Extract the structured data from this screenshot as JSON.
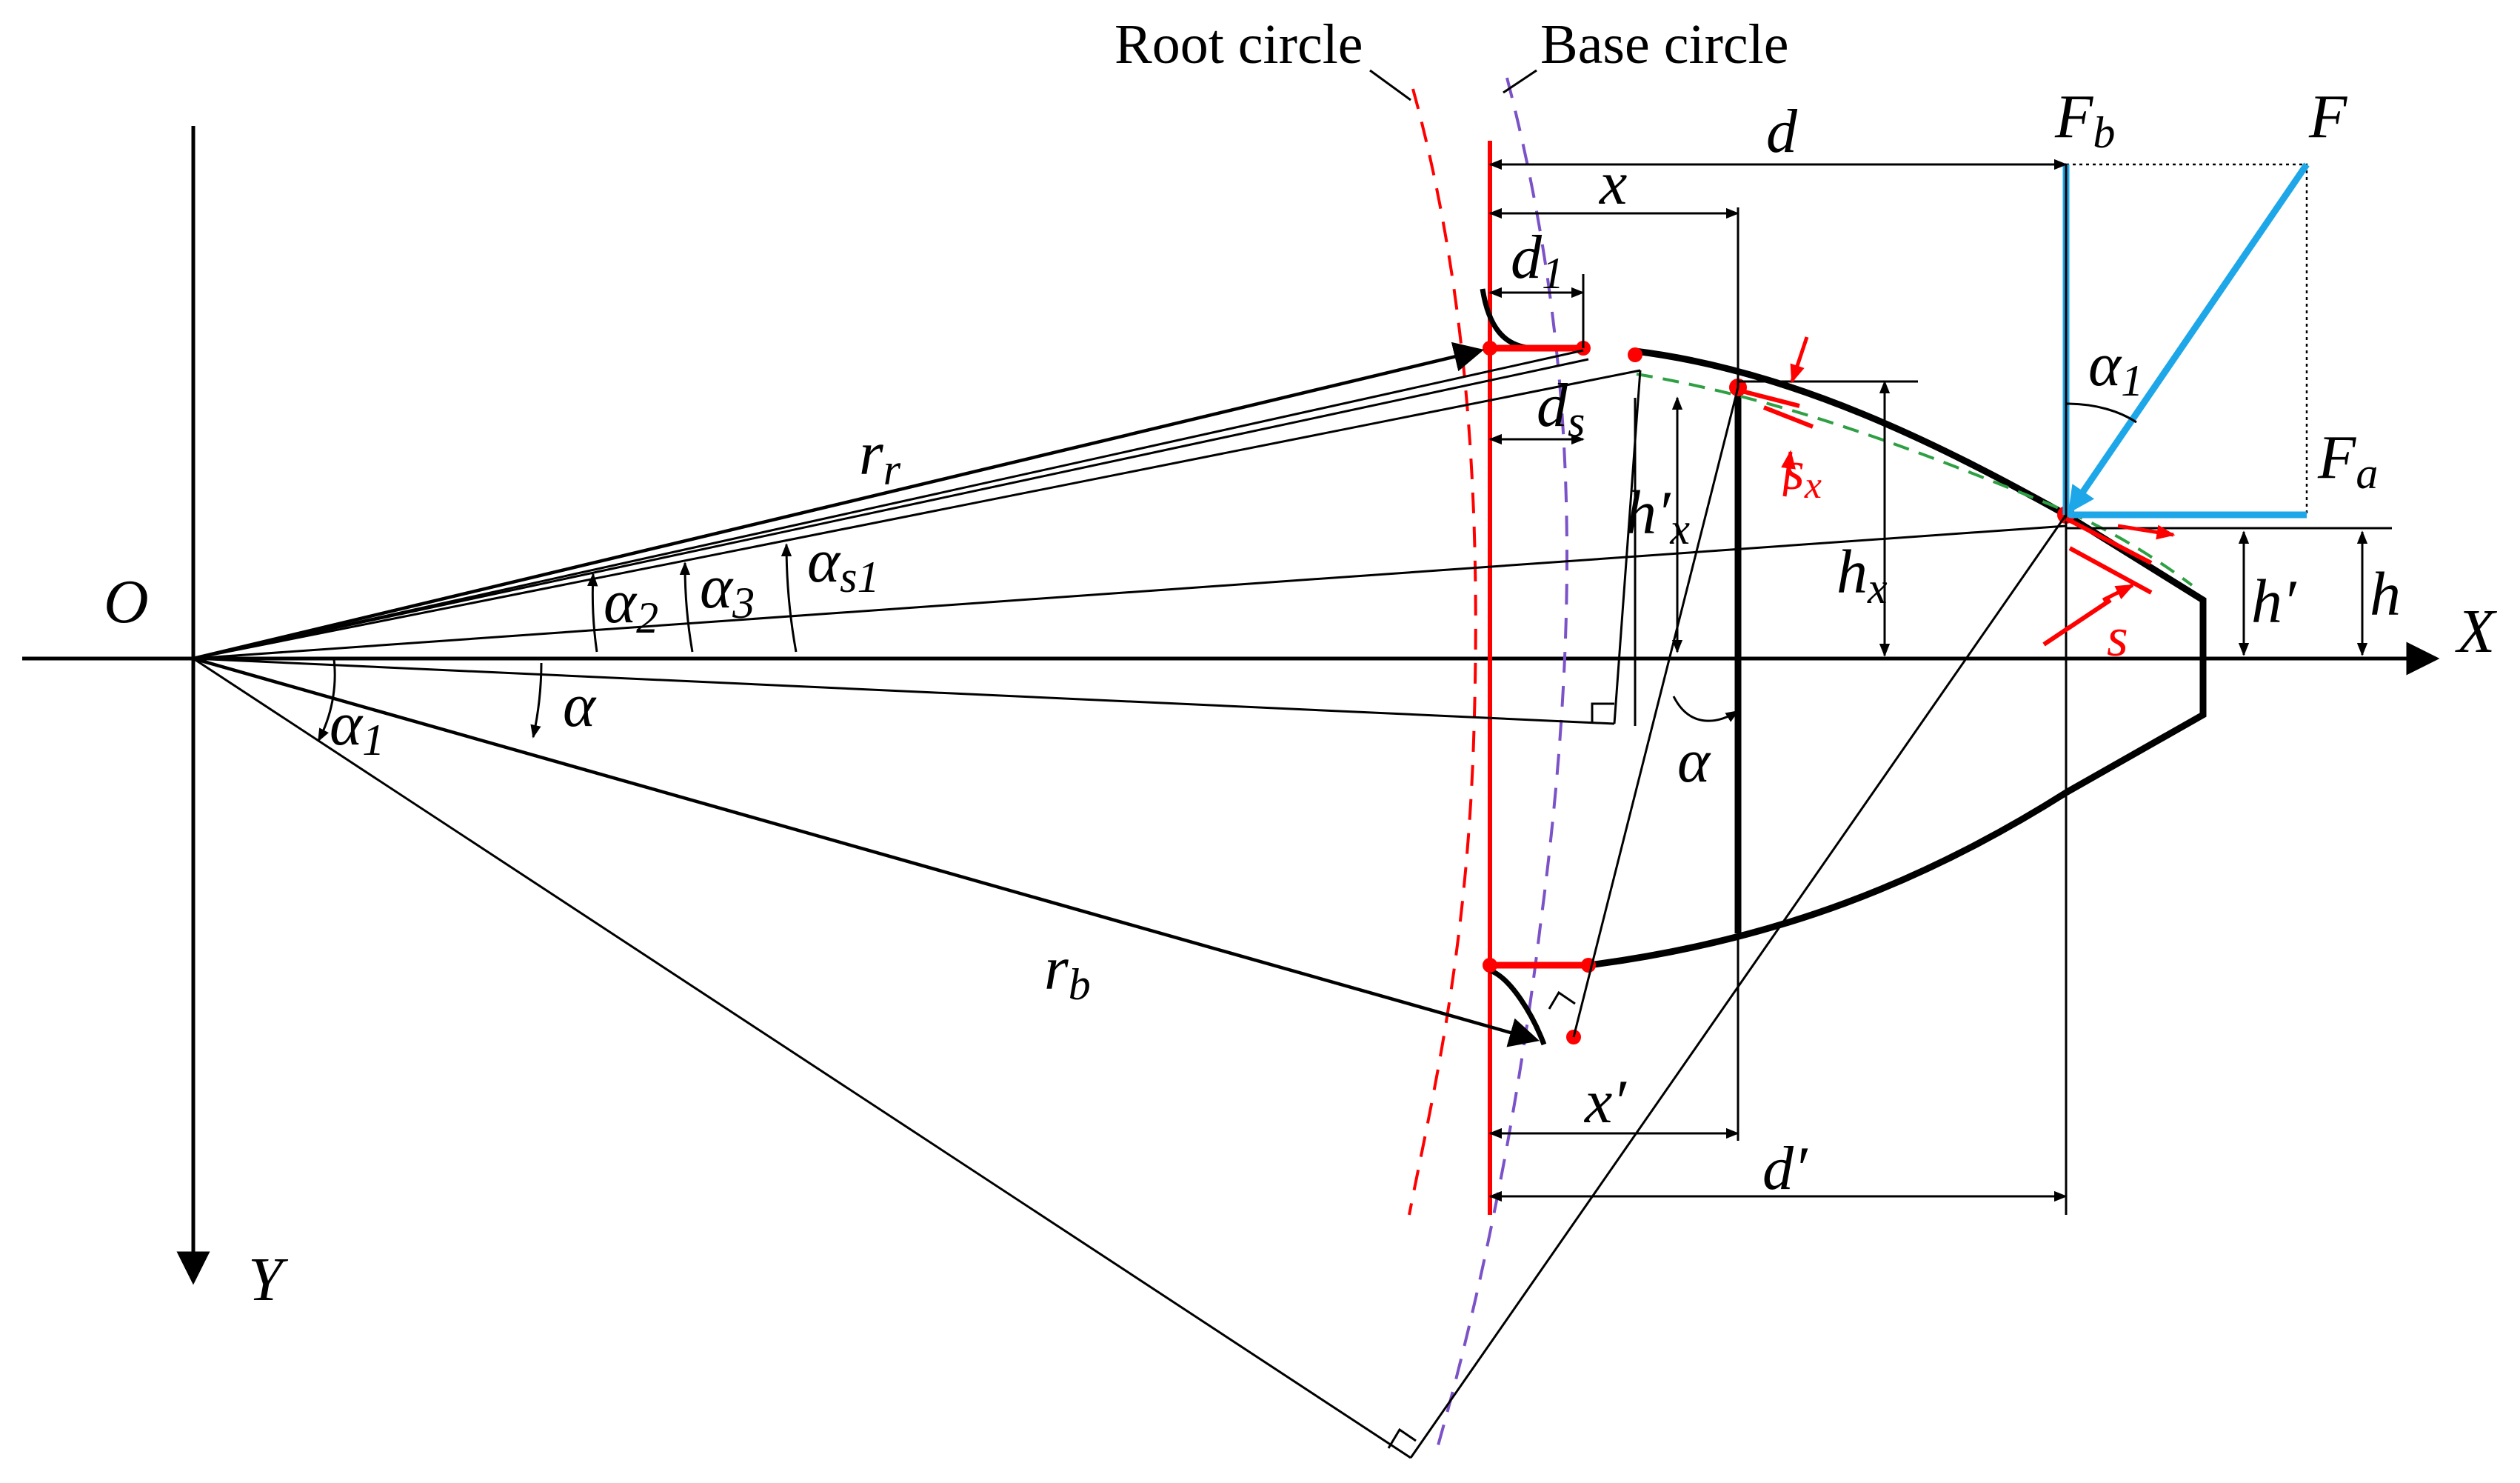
{
  "labels": {
    "root_circle": "Root circle",
    "base_circle": "Base circle",
    "origin": "O",
    "x_axis": "X",
    "y_axis": "Y",
    "d": "d",
    "x": "x",
    "d1": "d",
    "d1_sub": "1",
    "ds": "d",
    "ds_sub": "s",
    "r_r": "r",
    "r_r_sub": "r",
    "r_b": "r",
    "r_b_sub": "b",
    "alpha2": "α",
    "alpha2_sub": "2",
    "alpha3": "α",
    "alpha3_sub": "3",
    "alpha_s1": "α",
    "alpha_s1_sub": "s1",
    "alpha_left": "α",
    "alpha1_left": "α",
    "alpha1_left_sub": "1",
    "alpha_mid": "α",
    "h_x_prime": "h′",
    "h_x_prime_sub": "x",
    "h_x": "h",
    "h_x_sub": "x",
    "s_x": "s",
    "s_x_sub": "x",
    "s": "s",
    "h_prime": "h′",
    "h": "h",
    "F": "F",
    "F_b": "F",
    "F_b_sub": "b",
    "F_a": "F",
    "F_a_sub": "a",
    "alpha1_force": "α",
    "alpha1_force_sub": "1",
    "x_prime": "x′",
    "d_prime": "d′"
  },
  "colors": {
    "outline": "#000000",
    "highlight": "#ff0000",
    "force": "#1ea7e8",
    "base_circle": "#7b52c7",
    "pitch_curve": "#2ea043"
  }
}
